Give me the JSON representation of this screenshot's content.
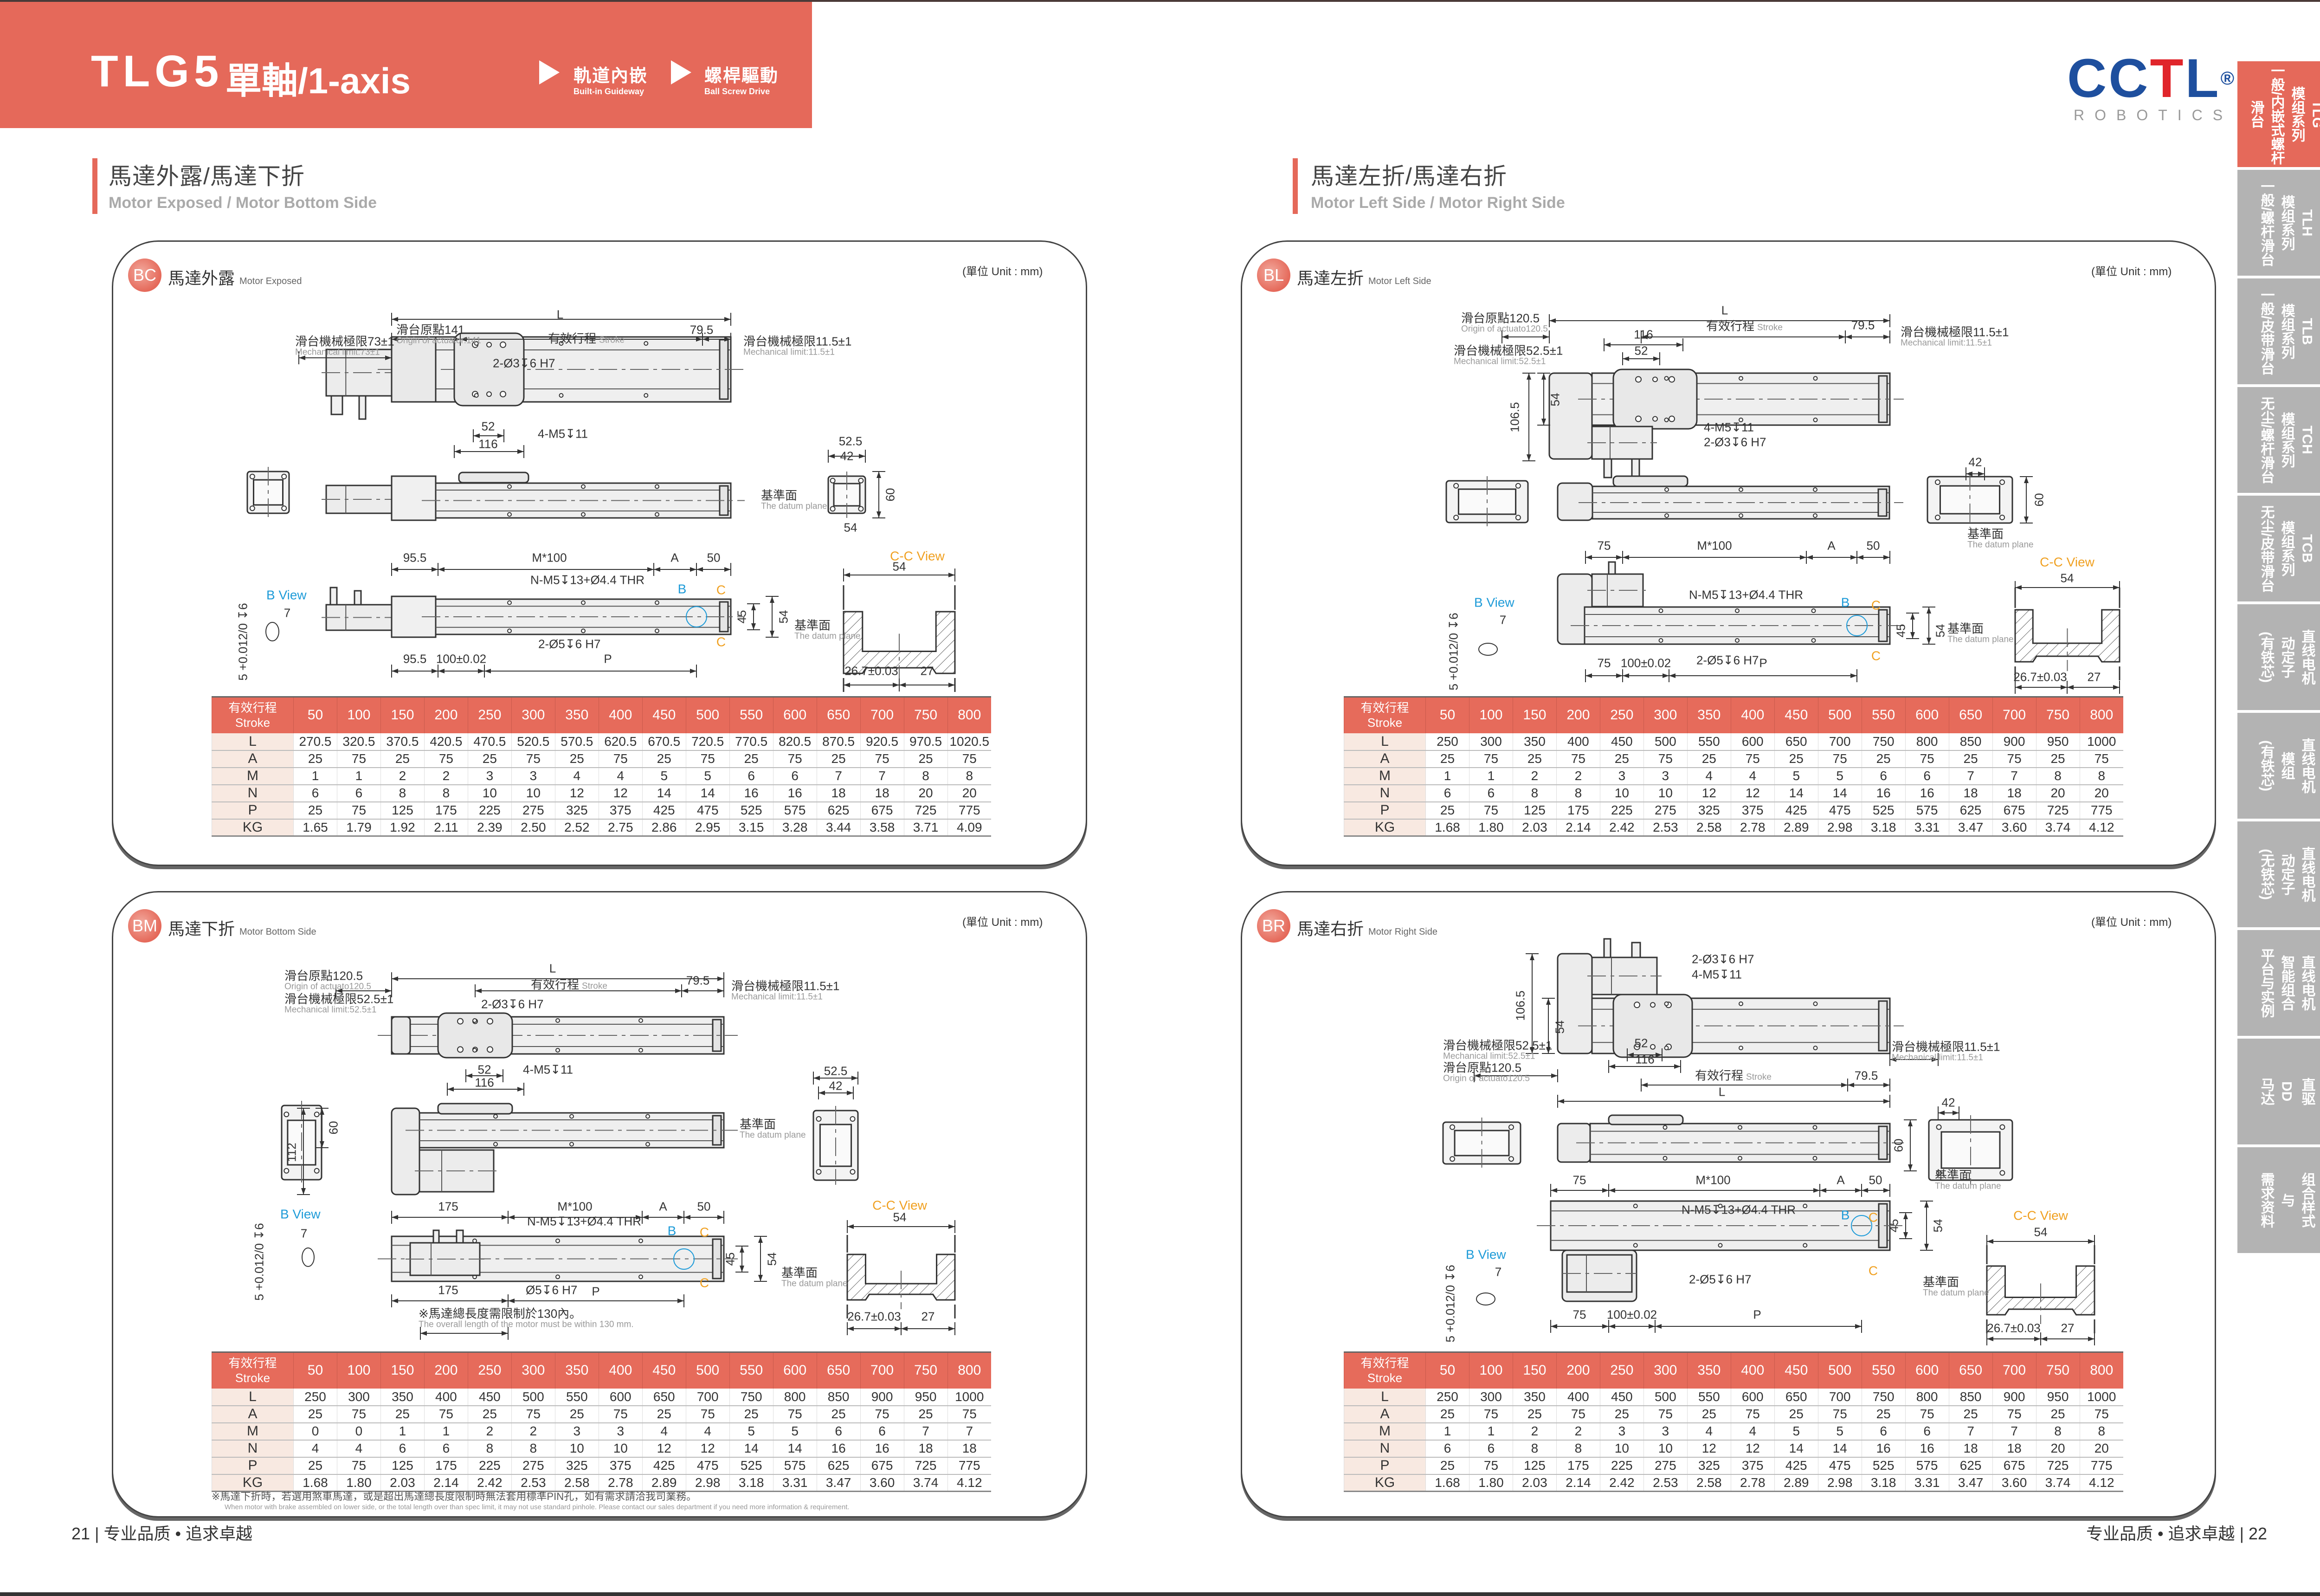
{
  "header": {
    "model": "TLG5",
    "title": "單軸/1-axis",
    "features": [
      {
        "cn": "軌道內嵌",
        "en": "Built-in Guideway"
      },
      {
        "cn": "螺桿驅動",
        "en": "Ball Screw Drive"
      }
    ]
  },
  "logo": {
    "brand_a": "CC",
    "brand_t": "T",
    "brand_b": "L",
    "registered": "®",
    "sub": "ROBOTICS"
  },
  "sections": [
    {
      "cn": "馬達外露/馬達下折",
      "en": "Motor Exposed / Motor Bottom Side"
    },
    {
      "cn": "馬達左折/馬達右折",
      "en": "Motor Left Side / Motor Right Side"
    }
  ],
  "side_tabs": [
    {
      "text": "TLG\n模组系列\n一般/内嵌式螺杆滑台",
      "active": true
    },
    {
      "text": "TLH\n模组系列\n一般/螺杆滑台"
    },
    {
      "text": "TLB\n模组系列\n一般/皮带滑台"
    },
    {
      "text": "TCH\n模组系列\n无尘/螺杆滑台"
    },
    {
      "text": "TCB\n模组系列\n无尘/皮带滑台"
    },
    {
      "text": "直线电机\n动定子\n(有铁芯)"
    },
    {
      "text": "直线电机\n模组\n(有铁芯)"
    },
    {
      "text": "直线电机\n动定子\n(无铁芯)"
    },
    {
      "text": "直线电机\n智能组合\n平台与实例"
    },
    {
      "text": "直驱\nDD\n马达"
    },
    {
      "text": "组合样式\n与\n需求资料"
    }
  ],
  "colors": {
    "accent": "#E5695A",
    "tab_gray": "#B3B3B3",
    "blue": "#1E9BD8",
    "orange": "#F0A020"
  },
  "stroke_header": {
    "cn": "有效行程",
    "en": "Stroke"
  },
  "panels": {
    "bc": {
      "code": "BC",
      "cn": "馬達外露",
      "en": "Motor Exposed",
      "unit": "(單位 Unit : mm)",
      "labels": {
        "L": "L",
        "origin": {
          "cn": "滑台原點141",
          "en": "Origin of actuator:141"
        },
        "stroke": {
          "cn": "有效行程",
          "en": "Stroke"
        },
        "d79": "79.5",
        "limR": {
          "cn": "滑台機械極限11.5±1",
          "en": "Mechanical limit:11.5±1"
        },
        "limL": {
          "cn": "滑台機械極限73±1",
          "en": "Mechanical limit:73±1"
        },
        "pin": "2-Ø3↧6 H7",
        "tap": "4-M5↧11",
        "d52": "52",
        "d116": "116",
        "d52_5": "52.5",
        "d42": "42",
        "d60": "60",
        "d54a": "54",
        "datum": {
          "cn": "基準面",
          "en": "The datum plane"
        },
        "dl": "95.5",
        "mx": "M*100",
        "a": "A",
        "d50": "50",
        "thr": "N-M5↧13+Ø4.4 THR",
        "pin2": "2-Ø5↧6 H7",
        "dl2": "95.5",
        "pitch": "100±0.02",
        "p": "P",
        "bview": "B View",
        "d7": "7",
        "tol": "5 +0.012/0 ↧6",
        "b": "B",
        "c1": "C",
        "c2": "C",
        "d45": "45",
        "d54b": "54",
        "ccview": "C-C View",
        "d54c": "54",
        "d26": "26.7±0.03",
        "d27": "27",
        "datum2": {
          "cn": "基準面",
          "en": "The datum plane"
        }
      },
      "table": {
        "strokes": [
          "50",
          "100",
          "150",
          "200",
          "250",
          "300",
          "350",
          "400",
          "450",
          "500",
          "550",
          "600",
          "650",
          "700",
          "750",
          "800"
        ],
        "rows": [
          {
            "label": "L",
            "values": [
              "270.5",
              "320.5",
              "370.5",
              "420.5",
              "470.5",
              "520.5",
              "570.5",
              "620.5",
              "670.5",
              "720.5",
              "770.5",
              "820.5",
              "870.5",
              "920.5",
              "970.5",
              "1020.5"
            ]
          },
          {
            "label": "A",
            "values": [
              "25",
              "75",
              "25",
              "75",
              "25",
              "75",
              "25",
              "75",
              "25",
              "75",
              "25",
              "75",
              "25",
              "75",
              "25",
              "75"
            ]
          },
          {
            "label": "M",
            "values": [
              "1",
              "1",
              "2",
              "2",
              "3",
              "3",
              "4",
              "4",
              "5",
              "5",
              "6",
              "6",
              "7",
              "7",
              "8",
              "8"
            ]
          },
          {
            "label": "N",
            "values": [
              "6",
              "6",
              "8",
              "8",
              "10",
              "10",
              "12",
              "12",
              "14",
              "14",
              "16",
              "16",
              "18",
              "18",
              "20",
              "20"
            ]
          },
          {
            "label": "P",
            "values": [
              "25",
              "75",
              "125",
              "175",
              "225",
              "275",
              "325",
              "375",
              "425",
              "475",
              "525",
              "575",
              "625",
              "675",
              "725",
              "775"
            ]
          },
          {
            "label": "KG",
            "values": [
              "1.65",
              "1.79",
              "1.92",
              "2.11",
              "2.39",
              "2.50",
              "2.52",
              "2.75",
              "2.86",
              "2.95",
              "3.15",
              "3.28",
              "3.44",
              "3.58",
              "3.71",
              "4.09"
            ]
          }
        ]
      }
    },
    "bl": {
      "code": "BL",
      "cn": "馬達左折",
      "en": "Motor Left Side",
      "unit": "(單位 Unit : mm)",
      "labels": {
        "L": "L",
        "origin": {
          "cn": "滑台原點120.5",
          "en": "Origin of actuato120.5"
        },
        "stroke": {
          "cn": "有效行程",
          "en": "Stroke"
        },
        "d79": "79.5",
        "limR": {
          "cn": "滑台機械極限11.5±1",
          "en": "Mechanical limit:11.5±1"
        },
        "limL": {
          "cn": "滑台機械極限52.5±1",
          "en": "Mechanical limit:52.5±1"
        },
        "d116": "116",
        "d52": "52",
        "d106": "106.5",
        "d54": "54",
        "tap": "4-M5↧11",
        "pin": "2-Ø3↧6 H7",
        "d42": "42",
        "d60": "60",
        "datum": {
          "cn": "基準面",
          "en": "The datum plane"
        },
        "d75": "75",
        "mx": "M*100",
        "a": "A",
        "d50": "50",
        "thr": "N-M5↧13+Ø4.4 THR",
        "pin2": "2-Ø5↧6 H7",
        "d75b": "75",
        "pitch": "100±0.02",
        "p": "P",
        "bview": "B View",
        "d7": "7",
        "tol": "5 +0.012/0 ↧6",
        "b": "B",
        "c1": "C",
        "c2": "C",
        "d45": "45",
        "d54b": "54",
        "ccview": "C-C View",
        "d54c": "54",
        "d26": "26.7±0.03",
        "d27": "27",
        "datum2": {
          "cn": "基準面",
          "en": "The datum plane"
        }
      },
      "table": {
        "strokes": [
          "50",
          "100",
          "150",
          "200",
          "250",
          "300",
          "350",
          "400",
          "450",
          "500",
          "550",
          "600",
          "650",
          "700",
          "750",
          "800"
        ],
        "rows": [
          {
            "label": "L",
            "values": [
              "250",
              "300",
              "350",
              "400",
              "450",
              "500",
              "550",
              "600",
              "650",
              "700",
              "750",
              "800",
              "850",
              "900",
              "950",
              "1000"
            ]
          },
          {
            "label": "A",
            "values": [
              "25",
              "75",
              "25",
              "75",
              "25",
              "75",
              "25",
              "75",
              "25",
              "75",
              "25",
              "75",
              "25",
              "75",
              "25",
              "75"
            ]
          },
          {
            "label": "M",
            "values": [
              "1",
              "1",
              "2",
              "2",
              "3",
              "3",
              "4",
              "4",
              "5",
              "5",
              "6",
              "6",
              "7",
              "7",
              "8",
              "8"
            ]
          },
          {
            "label": "N",
            "values": [
              "6",
              "6",
              "8",
              "8",
              "10",
              "10",
              "12",
              "12",
              "14",
              "14",
              "16",
              "16",
              "18",
              "18",
              "20",
              "20"
            ]
          },
          {
            "label": "P",
            "values": [
              "25",
              "75",
              "125",
              "175",
              "225",
              "275",
              "325",
              "375",
              "425",
              "475",
              "525",
              "575",
              "625",
              "675",
              "725",
              "775"
            ]
          },
          {
            "label": "KG",
            "values": [
              "1.68",
              "1.80",
              "2.03",
              "2.14",
              "2.42",
              "2.53",
              "2.58",
              "2.78",
              "2.89",
              "2.98",
              "3.18",
              "3.31",
              "3.47",
              "3.60",
              "3.74",
              "4.12"
            ]
          }
        ]
      }
    },
    "bm": {
      "code": "BM",
      "cn": "馬達下折",
      "en": "Motor Bottom Side",
      "unit": "(單位 Unit : mm)",
      "labels": {
        "L": "L",
        "origin": {
          "cn": "滑台原點120.5",
          "en": "Origin of actuato120.5"
        },
        "limL": {
          "cn": "滑台機械極限52.5±1",
          "en": "Mechanical limit:52.5±1"
        },
        "stroke": {
          "cn": "有效行程",
          "en": "Stroke"
        },
        "d79": "79.5",
        "limR": {
          "cn": "滑台機械極限11.5±1",
          "en": "Mechanical limit:11.5±1"
        },
        "pin": "2-Ø3↧6 H7",
        "tap": "4-M5↧11",
        "d52": "52",
        "d116": "116",
        "d112": "112",
        "d60": "60",
        "d52_5": "52.5",
        "d42": "42",
        "datum": {
          "cn": "基準面",
          "en": "The datum plane"
        },
        "d175": "175",
        "mx": "M*100",
        "a": "A",
        "d50": "50",
        "thr": "N-M5↧13+Ø4.4 THR",
        "bview": "B View",
        "d7": "7",
        "tol": "5 +0.012/0 ↧6",
        "b": "B",
        "c1": "C",
        "c2": "C",
        "d45": "45",
        "d54b": "54",
        "d175b": "175",
        "pin2": "Ø5↧6 H7",
        "p": "P",
        "note130": {
          "cn": "※馬達總長度需限制於130內。",
          "en": "The overall length of the motor must be within 130 mm."
        },
        "ccview": "C-C View",
        "d54c": "54",
        "d26": "26.7±0.03",
        "d27": "27",
        "datum2": {
          "cn": "基準面",
          "en": "The datum plane"
        }
      },
      "table": {
        "strokes": [
          "50",
          "100",
          "150",
          "200",
          "250",
          "300",
          "350",
          "400",
          "450",
          "500",
          "550",
          "600",
          "650",
          "700",
          "750",
          "800"
        ],
        "rows": [
          {
            "label": "L",
            "values": [
              "250",
              "300",
              "350",
              "400",
              "450",
              "500",
              "550",
              "600",
              "650",
              "700",
              "750",
              "800",
              "850",
              "900",
              "950",
              "1000"
            ]
          },
          {
            "label": "A",
            "values": [
              "25",
              "75",
              "25",
              "75",
              "25",
              "75",
              "25",
              "75",
              "25",
              "75",
              "25",
              "75",
              "25",
              "75",
              "25",
              "75"
            ]
          },
          {
            "label": "M",
            "values": [
              "0",
              "0",
              "1",
              "1",
              "2",
              "2",
              "3",
              "3",
              "4",
              "4",
              "5",
              "5",
              "6",
              "6",
              "7",
              "7"
            ]
          },
          {
            "label": "N",
            "values": [
              "4",
              "4",
              "6",
              "6",
              "8",
              "8",
              "10",
              "10",
              "12",
              "12",
              "14",
              "14",
              "16",
              "16",
              "18",
              "18"
            ]
          },
          {
            "label": "P",
            "values": [
              "25",
              "75",
              "125",
              "175",
              "225",
              "275",
              "325",
              "375",
              "425",
              "475",
              "525",
              "575",
              "625",
              "675",
              "725",
              "775"
            ]
          },
          {
            "label": "KG",
            "values": [
              "1.68",
              "1.80",
              "2.03",
              "2.14",
              "2.42",
              "2.53",
              "2.58",
              "2.78",
              "2.89",
              "2.98",
              "3.18",
              "3.31",
              "3.47",
              "3.60",
              "3.74",
              "4.12"
            ]
          }
        ]
      },
      "note": {
        "cn": "※馬達下折時，若選用煞車馬達，或是超出馬達總長度限制時無法套用標準PIN孔，如有需求請洽我司業務。",
        "en": "When motor with brake assembled on lower side, or the total length over than spec limit, it may not use standard pinhole. Please contact our sales department if you need more information & requirement."
      }
    },
    "br": {
      "code": "BR",
      "cn": "馬達右折",
      "en": "Motor Right Side",
      "unit": "(單位 Unit : mm)",
      "labels": {
        "pin": "2-Ø3↧6 H7",
        "tap": "4-M5↧11",
        "d106": "106.5",
        "d54": "54",
        "limL": {
          "cn": "滑台機械極限52.5±1",
          "en": "Mechanical limit:52.5±1"
        },
        "d52": "52",
        "d116": "116",
        "origin": {
          "cn": "滑台原點120.5",
          "en": "Origin of actuato120.5"
        },
        "stroke": {
          "cn": "有效行程",
          "en": "Stroke"
        },
        "d79": "79.5",
        "L": "L",
        "limR": {
          "cn": "滑台機械極限11.5±1",
          "en": "Mechanical limit:11.5±1"
        },
        "d42": "42",
        "d60": "60",
        "datum": {
          "cn": "基準面",
          "en": "The datum plane"
        },
        "d75": "75",
        "mx": "M*100",
        "a": "A",
        "d50": "50",
        "thr": "N-M5↧13+Ø4.4 THR",
        "b": "B",
        "c1": "C",
        "c2": "C",
        "d45": "45",
        "d54b": "54",
        "pin2": "2-Ø5↧6 H7",
        "d75b": "75",
        "pitch": "100±0.02",
        "p": "P",
        "bview": "B View",
        "d7": "7",
        "tol": "5 +0.012/0 ↧6",
        "ccview": "C-C View",
        "d54c": "54",
        "d26": "26.7±0.03",
        "d27": "27",
        "datum2": {
          "cn": "基準面",
          "en": "The datum plane"
        }
      },
      "table": {
        "strokes": [
          "50",
          "100",
          "150",
          "200",
          "250",
          "300",
          "350",
          "400",
          "450",
          "500",
          "550",
          "600",
          "650",
          "700",
          "750",
          "800"
        ],
        "rows": [
          {
            "label": "L",
            "values": [
              "250",
              "300",
              "350",
              "400",
              "450",
              "500",
              "550",
              "600",
              "650",
              "700",
              "750",
              "800",
              "850",
              "900",
              "950",
              "1000"
            ]
          },
          {
            "label": "A",
            "values": [
              "25",
              "75",
              "25",
              "75",
              "25",
              "75",
              "25",
              "75",
              "25",
              "75",
              "25",
              "75",
              "25",
              "75",
              "25",
              "75"
            ]
          },
          {
            "label": "M",
            "values": [
              "1",
              "1",
              "2",
              "2",
              "3",
              "3",
              "4",
              "4",
              "5",
              "5",
              "6",
              "6",
              "7",
              "7",
              "8",
              "8"
            ]
          },
          {
            "label": "N",
            "values": [
              "6",
              "6",
              "8",
              "8",
              "10",
              "10",
              "12",
              "12",
              "14",
              "14",
              "16",
              "16",
              "18",
              "18",
              "20",
              "20"
            ]
          },
          {
            "label": "P",
            "values": [
              "25",
              "75",
              "125",
              "175",
              "225",
              "275",
              "325",
              "375",
              "425",
              "475",
              "525",
              "575",
              "625",
              "675",
              "725",
              "775"
            ]
          },
          {
            "label": "KG",
            "values": [
              "1.68",
              "1.80",
              "2.03",
              "2.14",
              "2.42",
              "2.53",
              "2.58",
              "2.78",
              "2.89",
              "2.98",
              "3.18",
              "3.31",
              "3.47",
              "3.60",
              "3.74",
              "4.12"
            ]
          }
        ]
      }
    }
  },
  "footer": {
    "left_page": "21",
    "right_page": "22",
    "slogan": "专业品质 • 追求卓越",
    "sep": "|"
  }
}
